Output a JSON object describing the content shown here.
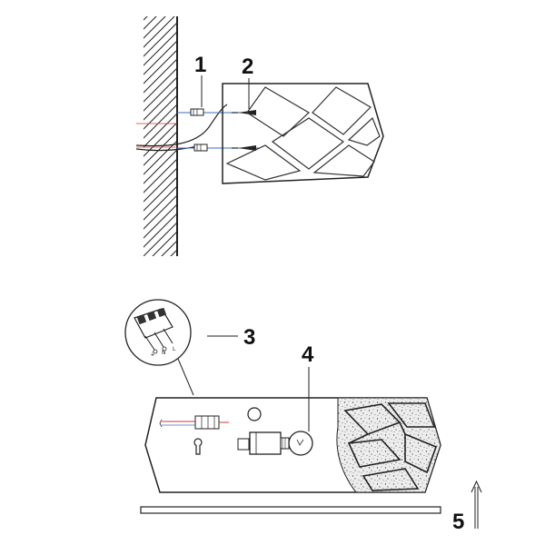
{
  "callouts": {
    "c1": "1",
    "c2": "2",
    "c3": "3",
    "c4": "4",
    "c5": "5"
  },
  "terminal_marks": {
    "m1": "⏚",
    "m2": "N",
    "m3": "L"
  },
  "colors": {
    "line": "#222222",
    "wire_blue": "#3b6fc2",
    "wire_red": "#d23a3a",
    "speckle_fill": "#ededed"
  },
  "icons": {
    "screw": "screw-icon",
    "wall_plug": "wall-plug-icon",
    "bulb": "bulb-icon",
    "terminal_block": "terminal-block-icon",
    "keyhole": "keyhole-icon",
    "up_arrow": "up-arrow-icon"
  }
}
